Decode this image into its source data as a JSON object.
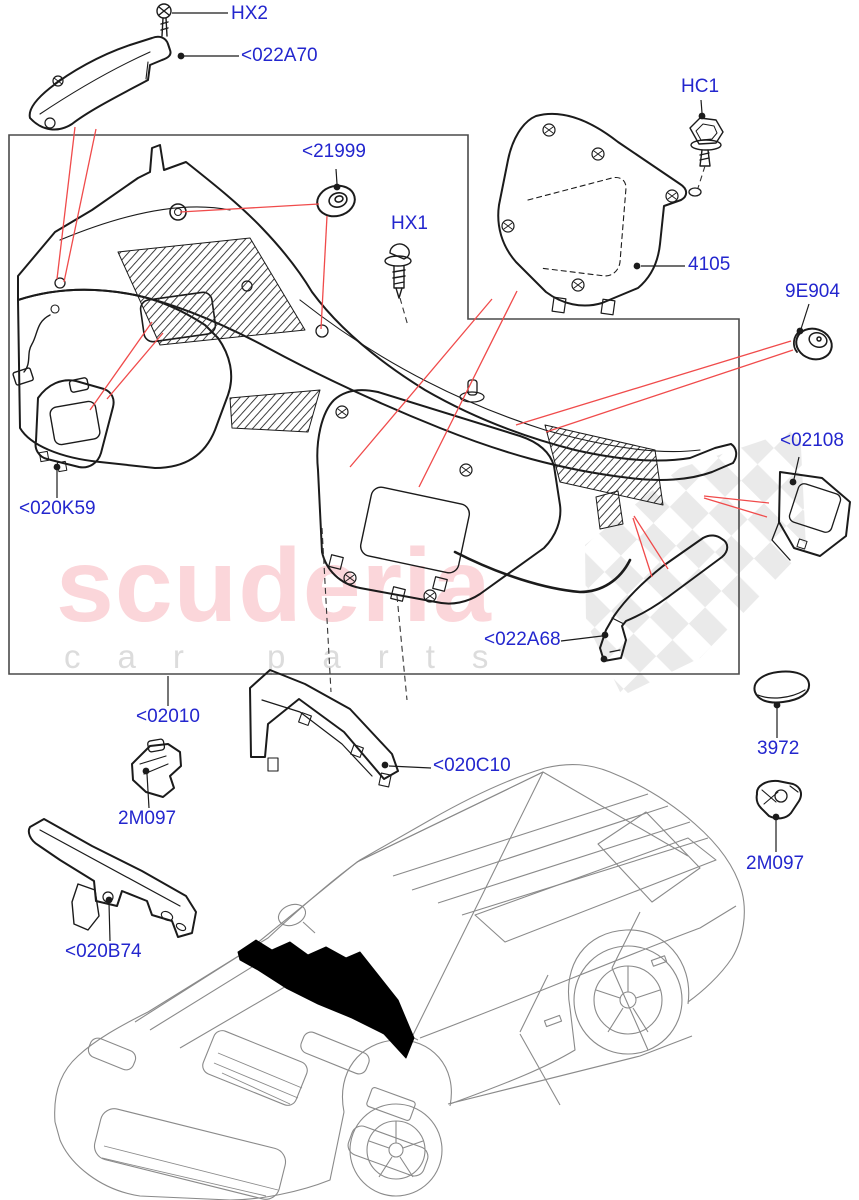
{
  "watermark": {
    "brand": "scuderia",
    "tagline": "car parts"
  },
  "labels": [
    {
      "id": "hx2",
      "text": "HX2",
      "icon": "screw-icon"
    },
    {
      "id": "022a70",
      "text": "<022A70",
      "icon": null
    },
    {
      "id": "21999",
      "text": "<21999",
      "icon": "grommet-icon"
    },
    {
      "id": "hx1",
      "text": "HX1",
      "icon": "push-pin-icon"
    },
    {
      "id": "hc1",
      "text": "HC1",
      "icon": "bolt-icon"
    },
    {
      "id": "4105",
      "text": "4105",
      "icon": null
    },
    {
      "id": "9e904",
      "text": "9E904",
      "icon": "blanking-plug-icon"
    },
    {
      "id": "02108",
      "text": "<02108",
      "icon": null
    },
    {
      "id": "020k59",
      "text": "<020K59",
      "icon": null
    },
    {
      "id": "022a68",
      "text": "<022A68",
      "icon": null
    },
    {
      "id": "02010",
      "text": "<02010",
      "icon": null
    },
    {
      "id": "3972",
      "text": "3972",
      "icon": null
    },
    {
      "id": "020c10",
      "text": "<020C10",
      "icon": null
    },
    {
      "id": "2m097l",
      "text": "2M097",
      "icon": null
    },
    {
      "id": "2m097r",
      "text": "2M097",
      "icon": null
    },
    {
      "id": "020b74",
      "text": "<020B74",
      "icon": null
    }
  ],
  "colors": {
    "label_blue": "#2326CE",
    "locator_red": "#F04B4B",
    "diagram_line": "#1B1B1B",
    "box_border": "#4A4A4A",
    "watermark_pink": "#FBD6DA",
    "watermark_gray": "#DCDCDC",
    "flag_gray": "#D9D9D9",
    "vehicle_line": "#8A8A8A",
    "cowl_fill": "#000000"
  }
}
